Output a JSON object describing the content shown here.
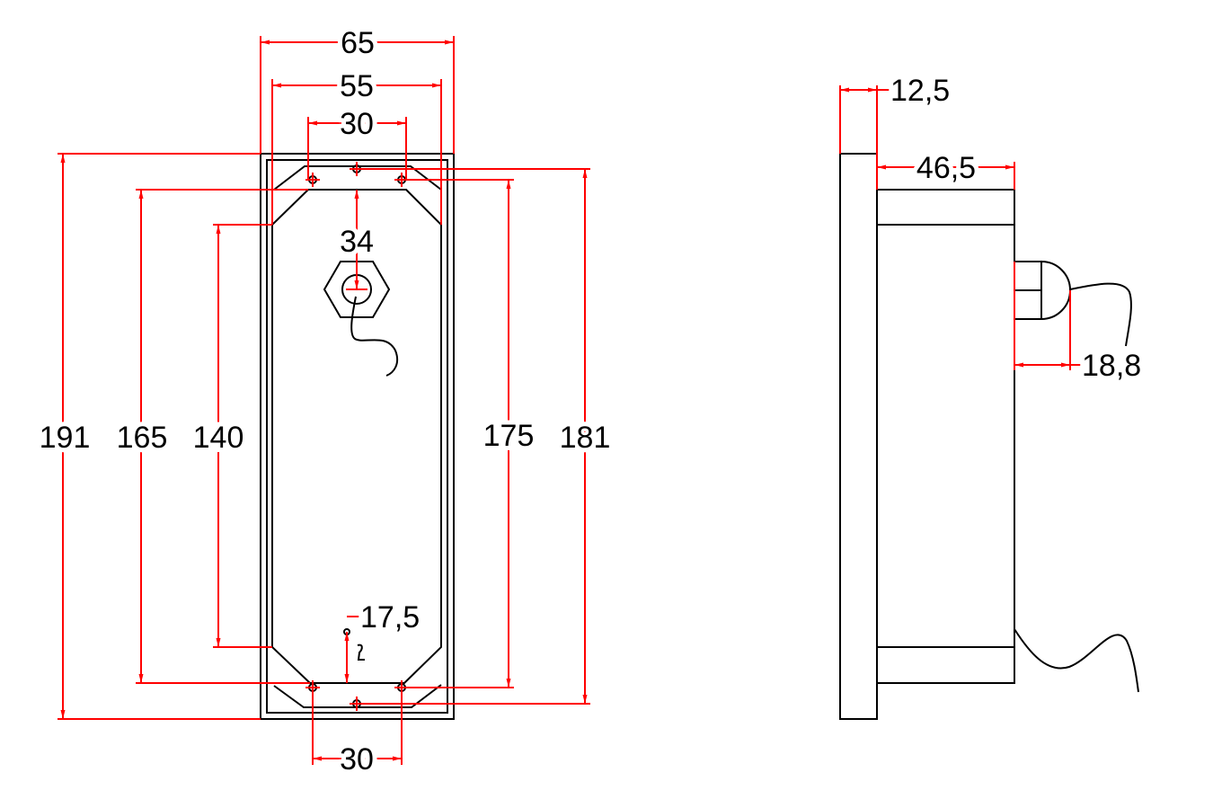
{
  "colors": {
    "dimension": "#ff0000",
    "outline": "#000000"
  },
  "front_view": {
    "dims": {
      "width_overall": "65",
      "width_inner": "55",
      "hole_spacing_top": "30",
      "height_overall": "191",
      "height_mount": "165",
      "height_inner": "140",
      "gland_offset": "34",
      "hole_pitch_175": "175",
      "hole_pitch_181": "181",
      "bottom_offset": "17,5",
      "hole_spacing_bottom": "30"
    }
  },
  "side_view": {
    "dims": {
      "flange_depth": "12,5",
      "body_depth": "46,5",
      "gland_length": "18,8"
    }
  }
}
